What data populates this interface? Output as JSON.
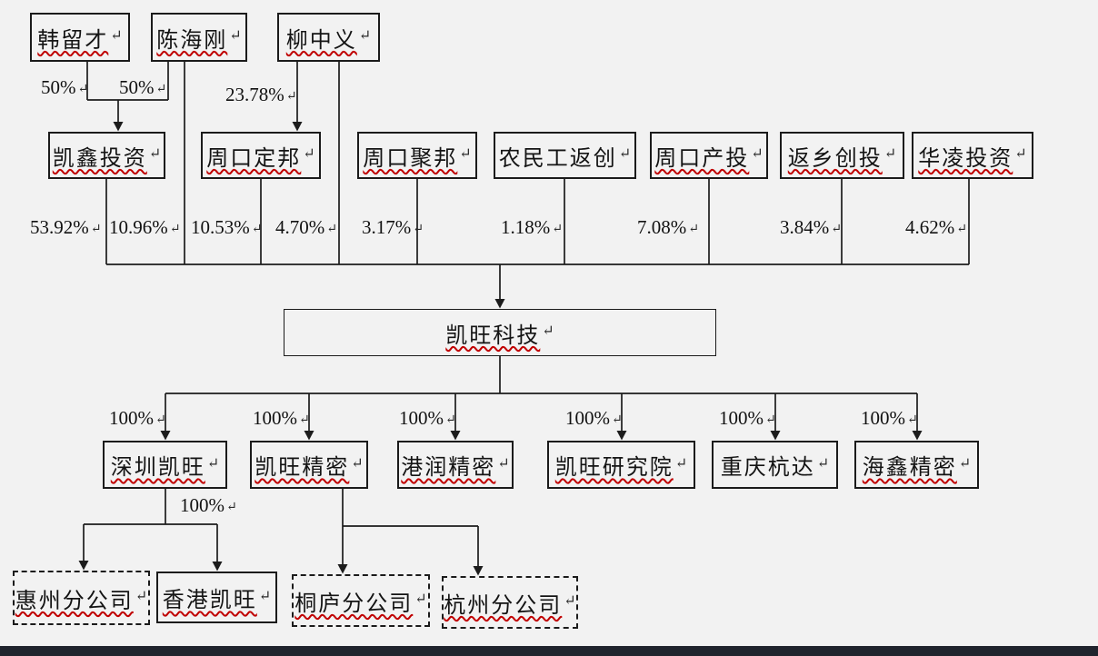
{
  "page": {
    "background_color": "#f2f2f2",
    "bottom_bar_color": "#20242d"
  },
  "marks": {
    "return": "↵"
  },
  "colors": {
    "proofing_underline": "#c00000",
    "line": "#1c1c1c"
  },
  "nodes": {
    "persons": [
      {
        "label": "韩留才"
      },
      {
        "label": "陈海刚"
      },
      {
        "label": "柳中义"
      }
    ],
    "shareholders": [
      {
        "label": "凯鑫投资",
        "stake": "53.92%"
      },
      {
        "label": "周口定邦",
        "stake": "10.53%"
      },
      {
        "label": "周口聚邦",
        "stake": "3.17%"
      },
      {
        "label": "农民工返创",
        "stake": "1.18%"
      },
      {
        "label": "周口产投",
        "stake": "7.08%"
      },
      {
        "label": "返乡创投",
        "stake": "3.84%"
      },
      {
        "label": "华凌投资",
        "stake": "4.62%"
      }
    ],
    "company": {
      "label": "凯旺科技"
    },
    "subsidiaries": [
      {
        "label": "深圳凯旺",
        "stake": "100%"
      },
      {
        "label": "凯旺精密",
        "stake": "100%"
      },
      {
        "label": "港润精密",
        "stake": "100%"
      },
      {
        "label": "凯旺研究院",
        "stake": "100%"
      },
      {
        "label": "重庆杭达",
        "stake": "100%"
      },
      {
        "label": "海鑫精密",
        "stake": "100%"
      }
    ],
    "branches": [
      {
        "label": "惠州分公司"
      },
      {
        "label": "香港凯旺"
      },
      {
        "label": "桐庐分公司"
      },
      {
        "label": "杭州分公司"
      }
    ]
  },
  "ownership_labels": {
    "han_to_kaixin": "50%",
    "chen_to_kaixin": "50%",
    "liu_to_dingbang": "23.78%",
    "chen_direct": "10.96%",
    "liu_direct": "4.70%",
    "shenzhen_to_branches": "100%"
  }
}
